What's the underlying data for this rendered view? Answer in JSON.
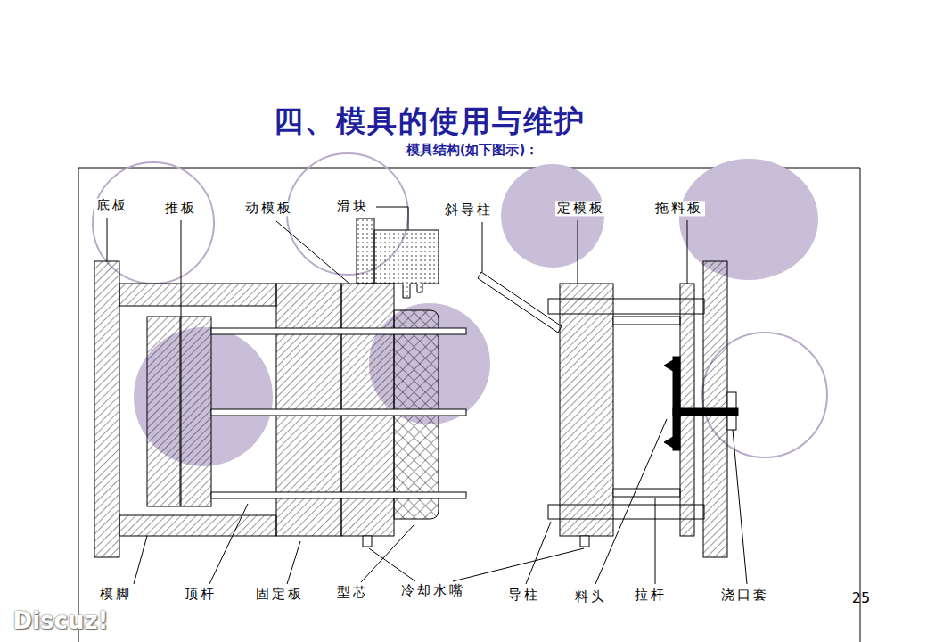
{
  "diagram": {
    "title": "四、模具的使用与维护",
    "caption": "模具结构(如下图示)：",
    "labels": [
      "底板",
      "推板",
      "动模板",
      "滑块",
      "斜导柱",
      "定模板",
      "拖料板",
      "模脚",
      "顶杆",
      "固定板",
      "型芯",
      "冷却水嘴",
      "导柱",
      "料头",
      "拉杆",
      "浇口套",
      "25",
      "Discuz!"
    ]
  }
}
